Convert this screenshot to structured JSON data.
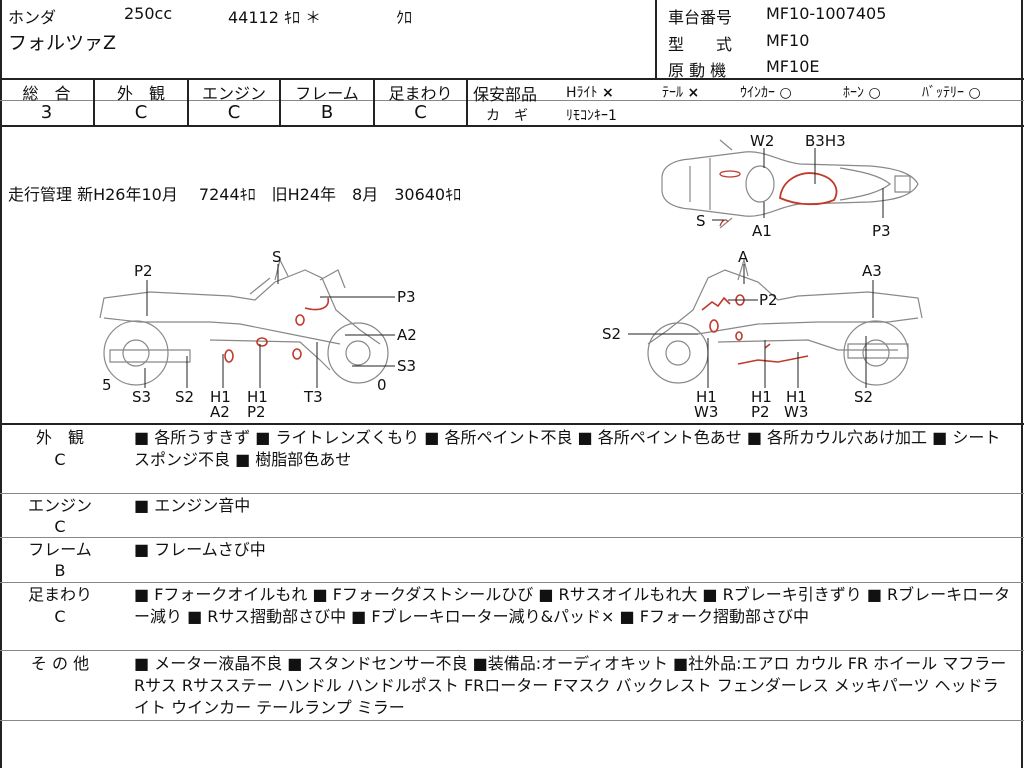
{
  "header": {
    "maker": "ホンダ",
    "displacement": "250cc",
    "mileage": "44112 ｷﾛ ＊",
    "color": "ｸﾛ",
    "model_name": "フォルツァZ",
    "frame_no_label": "車台番号",
    "frame_no": "MF10-1007405",
    "type_label": "型　　式",
    "type_value": "MF10",
    "engine_label": "原 動 機",
    "engine_value": "MF10E"
  },
  "grades": {
    "headers": [
      "総　合",
      "外　観",
      "エンジン",
      "フレーム",
      "足まわり"
    ],
    "values": [
      "3",
      "C",
      "C",
      "B",
      "C"
    ]
  },
  "safety": {
    "label": "保安部品",
    "items": [
      {
        "label": "Hﾗｲﾄ",
        "mark": "×"
      },
      {
        "label": "ﾃｰﾙ",
        "mark": "×"
      },
      {
        "label": "ｳｲﾝｶｰ",
        "mark": "○"
      },
      {
        "label": "ﾎｰﾝ",
        "mark": "○"
      },
      {
        "label": "ﾊﾞｯﾃﾘｰ",
        "mark": "○"
      }
    ],
    "key_label": "カ　ギ",
    "key_value": "ﾘﾓｺﾝｷｰ1"
  },
  "history": {
    "text": "走行管理 新H26年10月　 7244ｷﾛ　旧H24年　8月　30640ｷﾛ"
  },
  "diagram_labels": {
    "top": [
      "W2",
      "B3H3",
      "S",
      "A1",
      "P3"
    ],
    "left": [
      "P2",
      "S",
      "P3",
      "A2",
      "S3",
      "5",
      "S3",
      "S2",
      "H1",
      "A2",
      "H1",
      "P2",
      "T3",
      "0"
    ],
    "right": [
      "A",
      "A3",
      "P2",
      "S2",
      "H1",
      "W3",
      "H1",
      "P2",
      "H1",
      "W3",
      "S2"
    ]
  },
  "sections": [
    {
      "label_1": "外　観",
      "label_2": "C",
      "text": "■ 各所うすきず ■ ライトレンズくもり ■ 各所ペイント不良 ■ 各所ペイント色あせ ■ 各所カウル穴あけ加工 ■ シートスポンジ不良 ■ 樹脂部色あせ"
    },
    {
      "label_1": "エンジン",
      "label_2": "C",
      "text": "■ エンジン音中"
    },
    {
      "label_1": "フレーム",
      "label_2": "B",
      "text": "■ フレームさび中"
    },
    {
      "label_1": "足まわり",
      "label_2": "C",
      "text": "■ Fフォークオイルもれ ■ Fフォークダストシールひび ■ Rサスオイルもれ大 ■ Rブレーキ引きずり ■ Rブレーキローター減り ■ Rサス摺動部さび中 ■ Fブレーキローター減り&パッド× ■ Fフォーク摺動部さび中"
    },
    {
      "label_1": "そ の 他",
      "label_2": "",
      "text": "■ メーター液晶不良 ■ スタンドセンサー不良 ■装備品:オーディオキット ■社外品:エアロ カウル FR ホイール マフラー Rサス Rサスステー ハンドル ハンドルポスト FRローター Fマスク バックレスト フェンダーレス メッキパーツ ヘッドライト ウインカー テールランプ ミラー"
    }
  ]
}
